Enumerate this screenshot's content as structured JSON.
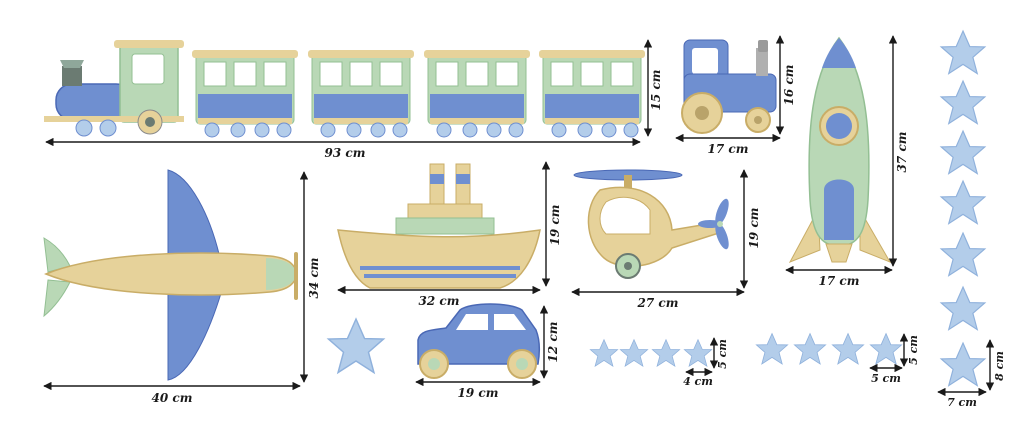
{
  "colors": {
    "blue": "#6f8fd0",
    "blue_dark": "#4a68b5",
    "green": "#b9d8b6",
    "green_dark": "#93bf93",
    "tan": "#e6d29a",
    "tan_dark": "#c9ad67",
    "star": "#b3cdea",
    "star_dark": "#8fb1dc",
    "line": "#1a1a1a"
  },
  "dimensions": {
    "train_width": "93 cm",
    "train_height": "15 cm",
    "tractor_width": "17 cm",
    "tractor_height": "16 cm",
    "rocket_width": "17 cm",
    "rocket_height": "37 cm",
    "airplane_width": "40 cm",
    "airplane_height": "34 cm",
    "boat_width": "32 cm",
    "boat_height": "19 cm",
    "helicopter_width": "27 cm",
    "helicopter_height": "19 cm",
    "car_width": "19 cm",
    "car_height": "12 cm",
    "star_small_width": "4 cm",
    "star_small_height": "5 cm",
    "star_medium_width": "5 cm",
    "star_medium_height": "5 cm",
    "star_large_width": "7 cm",
    "star_large_height": "8 cm"
  },
  "icons": [
    "train-icon",
    "tractor-icon",
    "rocket-icon",
    "airplane-icon",
    "boat-icon",
    "helicopter-icon",
    "car-icon",
    "star-icon"
  ]
}
